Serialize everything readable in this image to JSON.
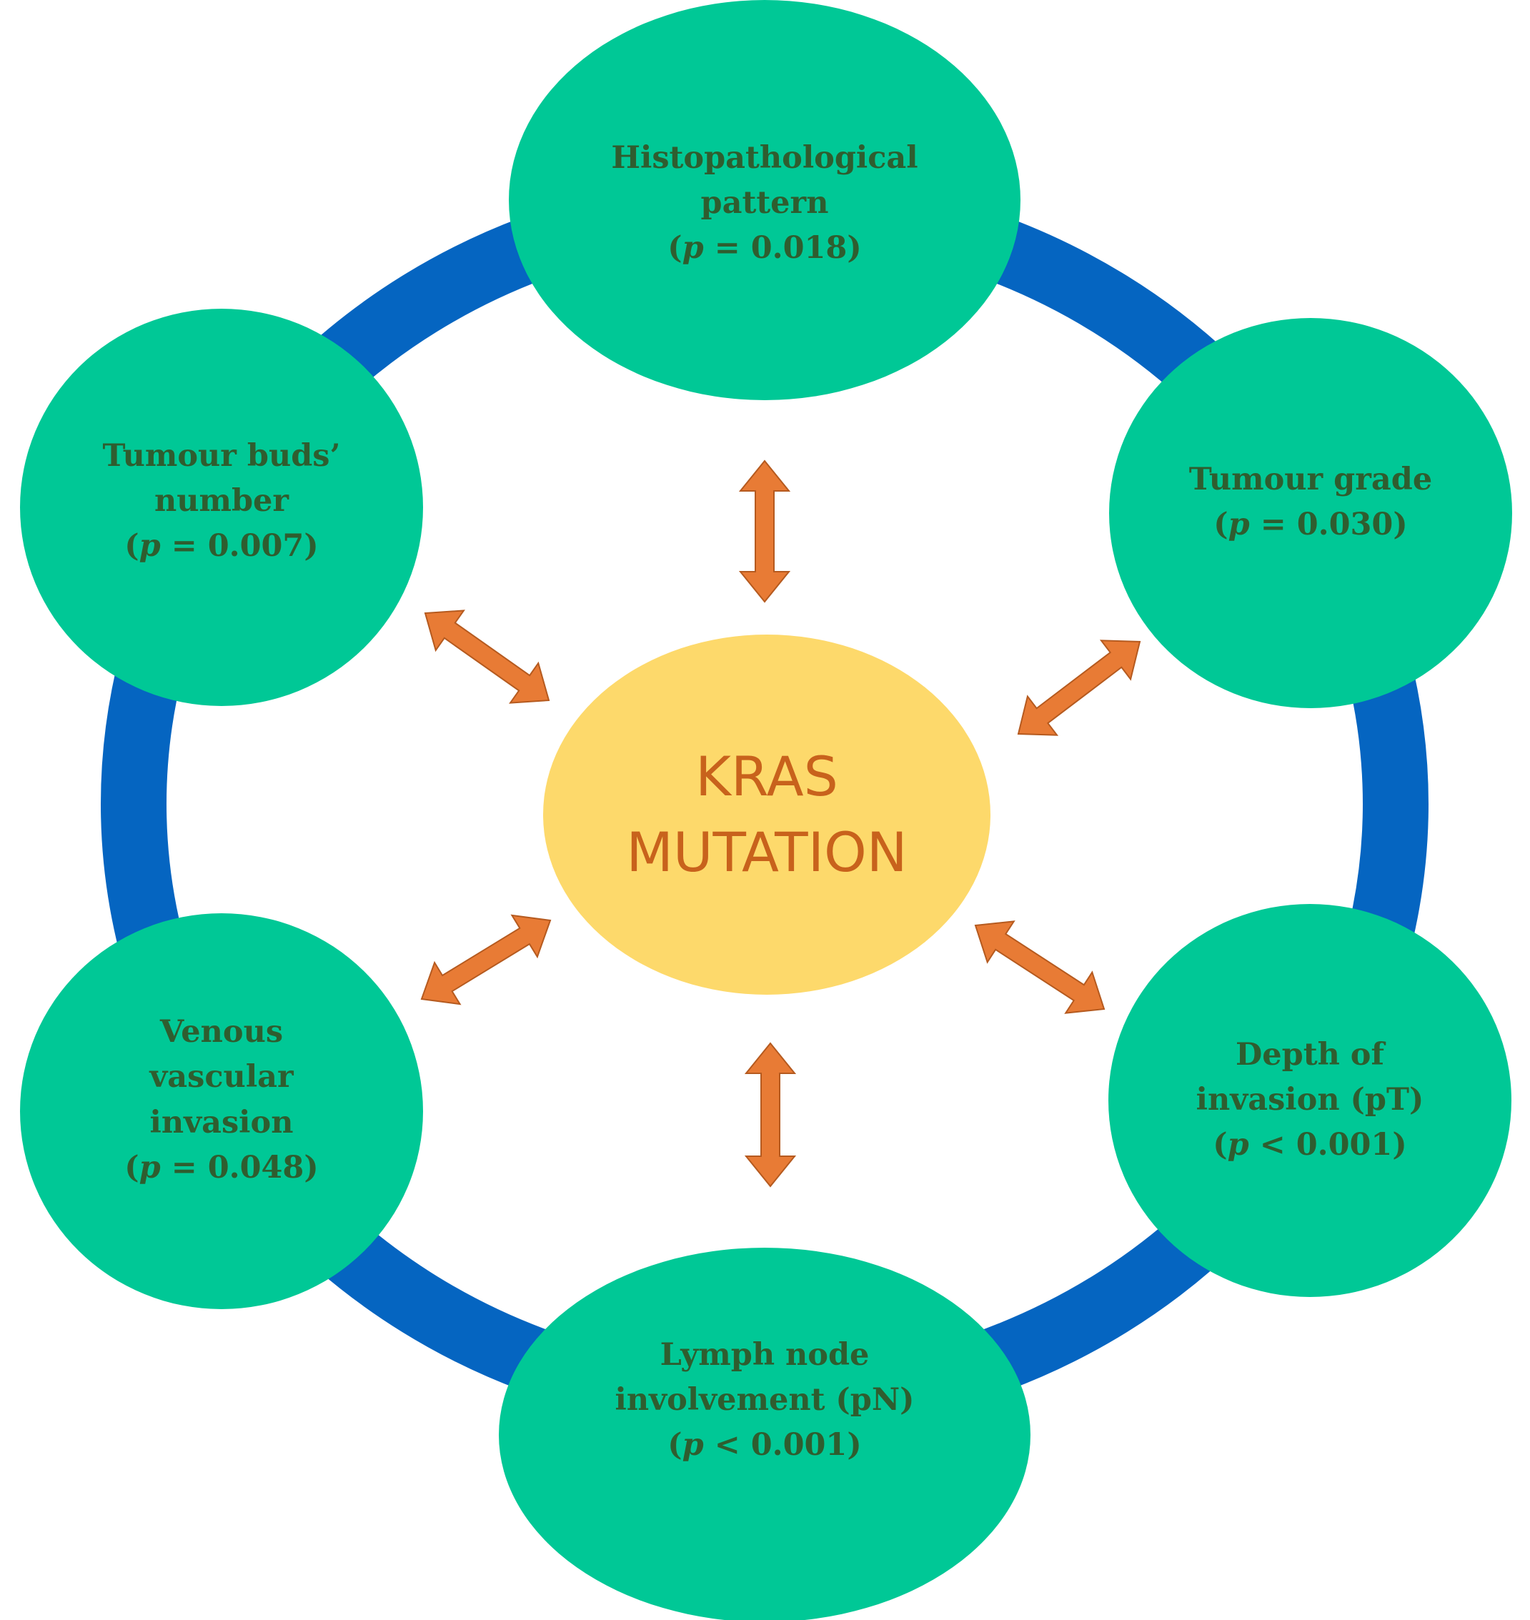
{
  "colors": {
    "ring": "#0565c1",
    "node_fill": "#00c896",
    "node_text": "#2f5d2f",
    "center_fill": "#fdd96b",
    "center_text": "#c8621c",
    "arrow": "#e87b35",
    "arrow_outline": "#b55a1f"
  },
  "center": {
    "line1": "KRAS",
    "line2": "MUTATION"
  },
  "nodes": [
    {
      "id": "histopathological-pattern",
      "lines": [
        "Histopathological",
        "pattern"
      ],
      "p_label": "p",
      "p_op": "=",
      "p_value": "0.018"
    },
    {
      "id": "tumour-grade",
      "lines": [
        "Tumour grade"
      ],
      "p_label": "p",
      "p_op": "=",
      "p_value": "0.030"
    },
    {
      "id": "depth-of-invasion",
      "lines": [
        "Depth of",
        "invasion (pT)"
      ],
      "p_label": "p",
      "p_op": "<",
      "p_value": "0.001"
    },
    {
      "id": "lymph-node-involvement",
      "lines": [
        "Lymph node",
        "involvement (pN)"
      ],
      "p_label": "p",
      "p_op": "<",
      "p_value": "0.001"
    },
    {
      "id": "venous-vascular-invasion",
      "lines": [
        "Venous",
        "vascular",
        "invasion"
      ],
      "p_label": "p",
      "p_op": "=",
      "p_value": "0.048"
    },
    {
      "id": "tumour-buds-number",
      "lines": [
        "Tumour buds’",
        "number"
      ],
      "p_label": "p",
      "p_op": "=",
      "p_value": "0.007"
    }
  ]
}
